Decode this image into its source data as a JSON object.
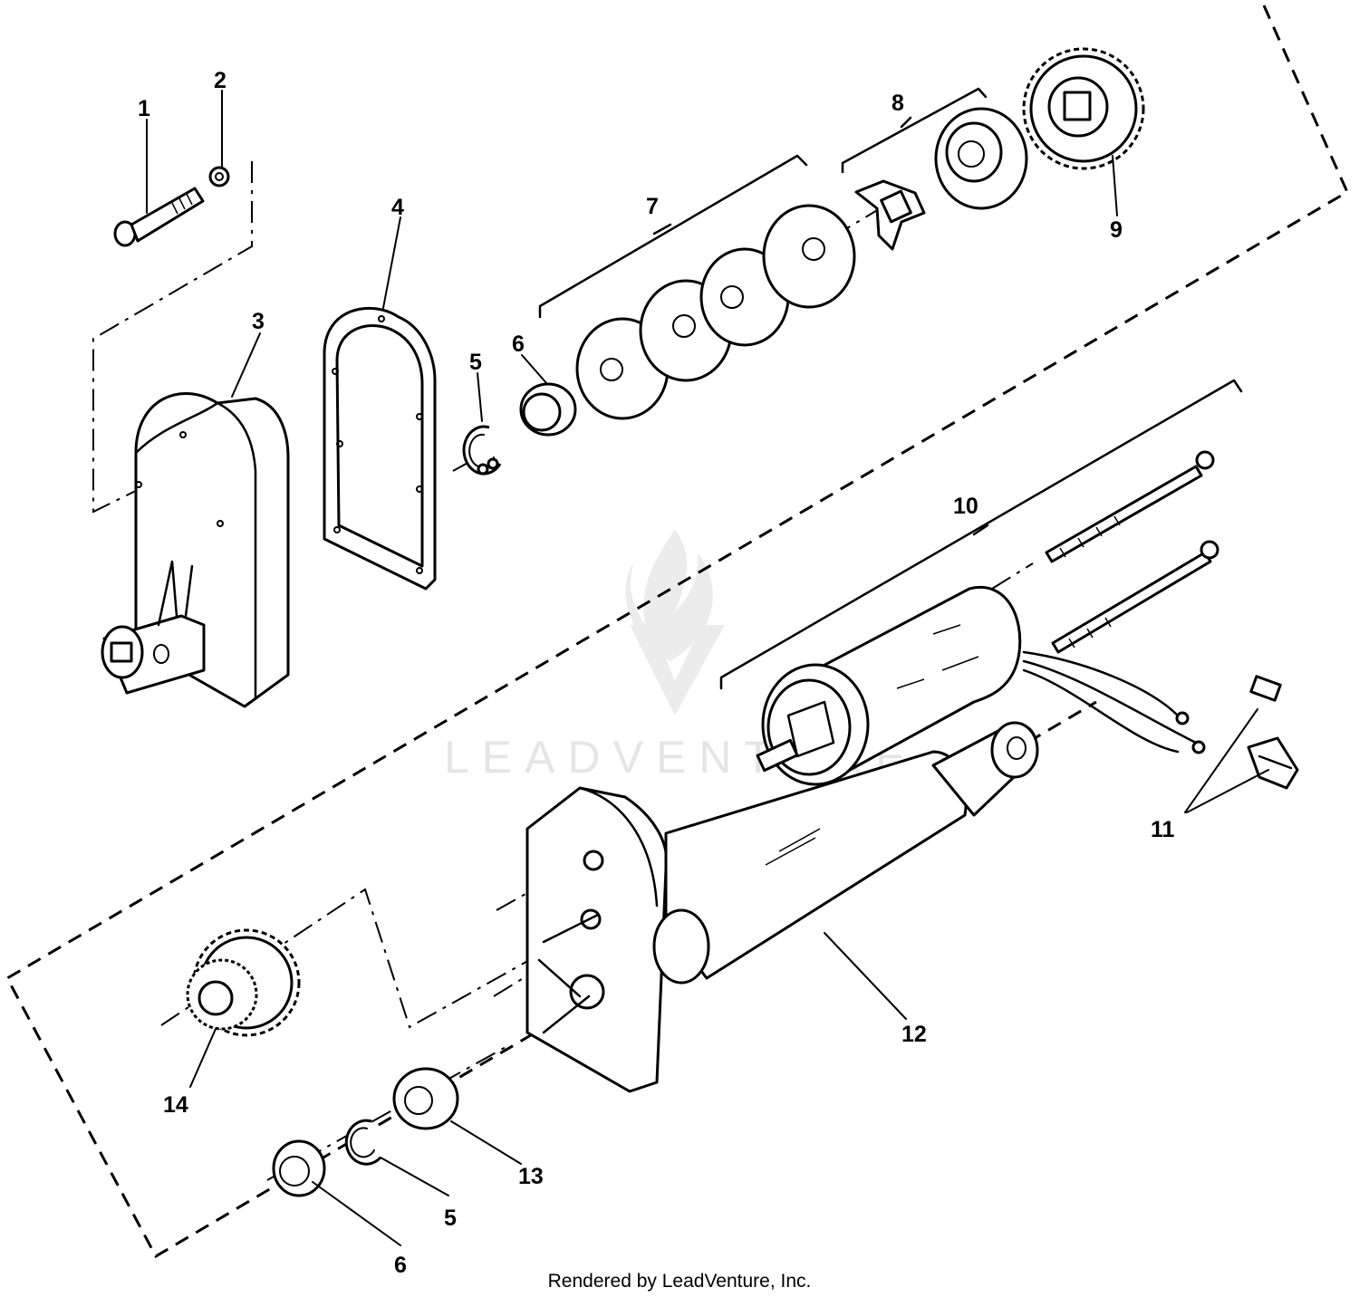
{
  "callouts": [
    {
      "id": "1",
      "label": "1"
    },
    {
      "id": "2",
      "label": "2"
    },
    {
      "id": "3",
      "label": "3"
    },
    {
      "id": "4",
      "label": "4"
    },
    {
      "id": "5a",
      "label": "5"
    },
    {
      "id": "6a",
      "label": "6"
    },
    {
      "id": "7",
      "label": "7"
    },
    {
      "id": "8",
      "label": "8"
    },
    {
      "id": "9",
      "label": "9"
    },
    {
      "id": "10",
      "label": "10"
    },
    {
      "id": "11",
      "label": "11"
    },
    {
      "id": "12",
      "label": "12"
    },
    {
      "id": "13",
      "label": "13"
    },
    {
      "id": "14",
      "label": "14"
    },
    {
      "id": "5b",
      "label": "5"
    },
    {
      "id": "6b",
      "label": "6"
    }
  ],
  "footer": "Rendered by LeadVenture, Inc.",
  "watermark": "LEADVENTURE"
}
